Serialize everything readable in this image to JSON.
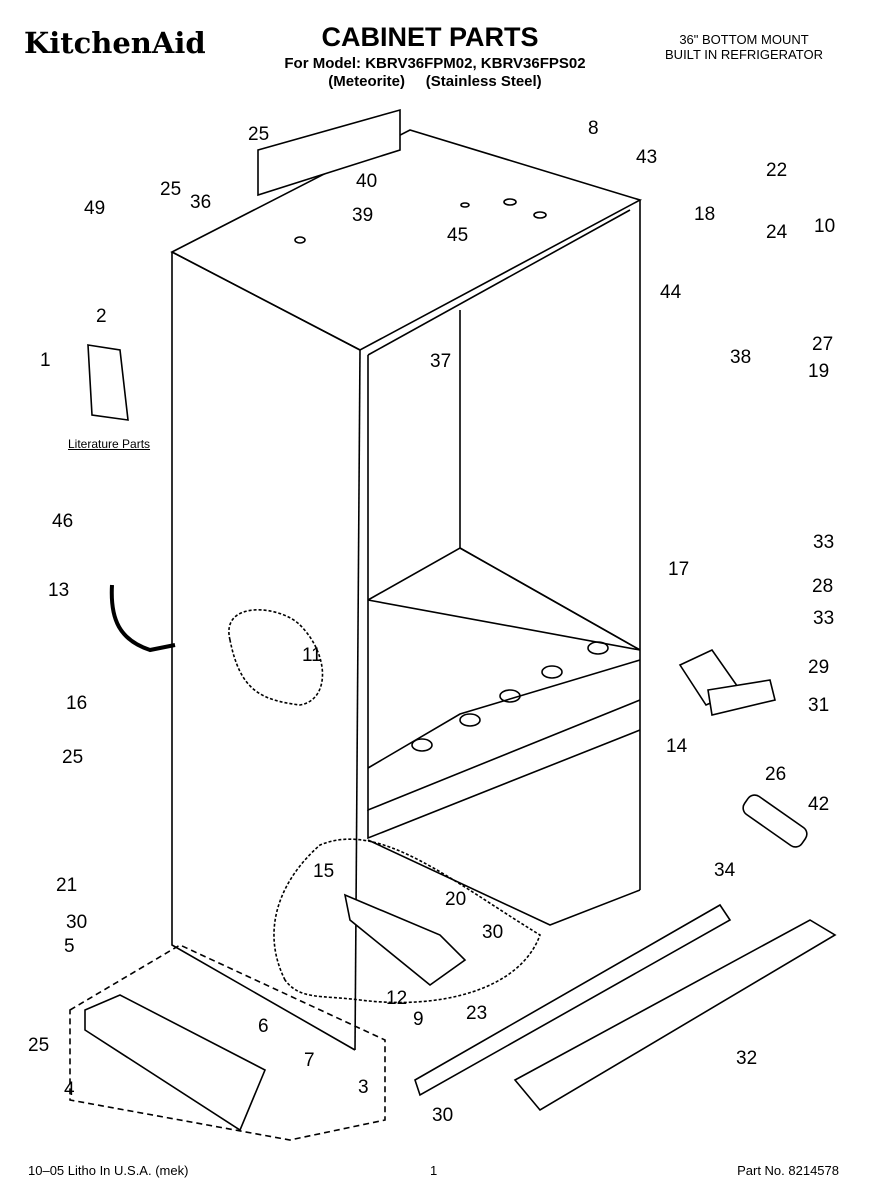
{
  "header": {
    "brand": "KitchenAid",
    "title": "CABINET PARTS",
    "model_line": "For Model: KBRV36FPM02, KBRV36FPS02",
    "finish_line": "(Meteorite)     (Stainless Steel)",
    "product_line1": "36\" BOTTOM MOUNT",
    "product_line2": "BUILT IN REFRIGERATOR"
  },
  "literature_label": "Literature Parts",
  "footer": {
    "litho": "10–05 Litho In U.S.A. (mek)",
    "page": "1",
    "part_no": "Part No. 8214578"
  },
  "callouts": [
    "25",
    "25",
    "36",
    "49",
    "40",
    "39",
    "45",
    "8",
    "43",
    "18",
    "22",
    "24",
    "10",
    "44",
    "27",
    "38",
    "19",
    "2",
    "1",
    "37",
    "46",
    "33",
    "17",
    "28",
    "33",
    "13",
    "11",
    "29",
    "16",
    "14",
    "31",
    "25",
    "26",
    "42",
    "15",
    "20",
    "34",
    "21",
    "30",
    "30",
    "5",
    "12",
    "9",
    "23",
    "6",
    "25",
    "7",
    "3",
    "4",
    "30",
    "32"
  ]
}
